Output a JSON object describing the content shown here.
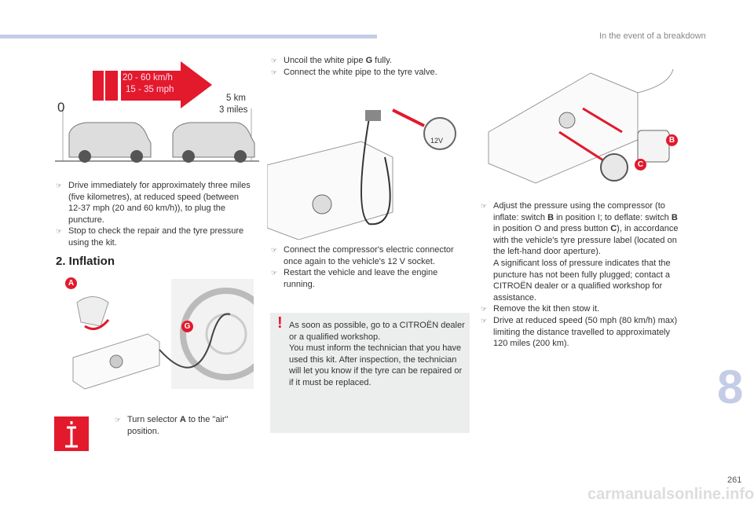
{
  "header": {
    "section": "In the event of a breakdown",
    "chapter_number": "8",
    "page_number": "261",
    "accent": "#c5cde6"
  },
  "fig_speed": {
    "speed_kmh": "20 - 60 km/h",
    "speed_mph": "15 - 35 mph",
    "start": "0",
    "dist_km": "5 km",
    "dist_miles": "3 miles",
    "red": "#e3192c"
  },
  "col1": {
    "bullet1": "Drive immediately for approximately three miles (five kilometres), at reduced speed (between 12-37 mph (20 and 60 km/h)), to plug the puncture.",
    "bullet2": "Stop to check the repair and the tyre pressure using the kit.",
    "heading": "2. Inflation",
    "label_a": "A",
    "label_g": "G",
    "turn_pre": "Turn selector ",
    "turn_bold": "A",
    "turn_post": " to the \"air\" position."
  },
  "col2": {
    "b1_pre": "Uncoil the white pipe ",
    "b1_bold": "G",
    "b1_post": " fully.",
    "b2": "Connect the white pipe to the tyre valve.",
    "socket_label": "12V",
    "b3": "Connect the compressor's electric connector once again to the vehicle's 12 V socket.",
    "b4": "Restart the vehicle and leave the engine running.",
    "warning_icon": "!",
    "warning_lines": [
      "As soon as possible, go to a CITROËN dealer or a qualified workshop.",
      "You must inform the technician that you have used this kit. After inspection, the technician will let you know if the tyre can be repaired or if it must be replaced."
    ]
  },
  "col3": {
    "label_b": "B",
    "label_c": "C",
    "b1_a": "Adjust the pressure using the compressor (to inflate: switch ",
    "b1_b": "B",
    "b1_c": " in position I; to deflate: switch ",
    "b1_d": "B",
    "b1_e": " in position O and press button ",
    "b1_f": "C",
    "b1_g": "), in accordance with the vehicle's tyre pressure label (located on the left-hand door aperture).",
    "b1_note": "A significant loss of pressure indicates that the puncture has not been fully plugged; contact a CITROËN dealer or a qualified workshop for assistance.",
    "b2": "Remove the kit then stow it.",
    "b3": "Drive at reduced speed (50 mph (80 km/h) max) limiting the distance travelled to approximately 120 miles (200 km)."
  },
  "watermark": "carmanualsonline.info"
}
